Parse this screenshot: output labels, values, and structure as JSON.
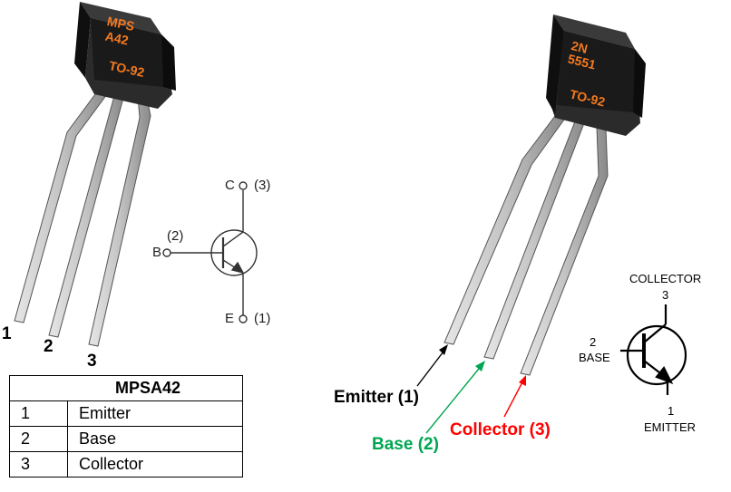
{
  "left_package": {
    "marking_line1": "MPS",
    "marking_line2": "A42",
    "package_label": "TO-92",
    "pin_numbers": [
      "1",
      "2",
      "3"
    ]
  },
  "left_symbol": {
    "collector_letter": "C",
    "collector_num": "(3)",
    "base_letter": "B",
    "base_num": "(2)",
    "emitter_letter": "E",
    "emitter_num": "(1)"
  },
  "pin_table": {
    "header": "MPSA42",
    "rows": [
      {
        "num": "1",
        "name": "Emitter"
      },
      {
        "num": "2",
        "name": "Base"
      },
      {
        "num": "3",
        "name": "Collector"
      }
    ]
  },
  "right_package": {
    "marking_line1": "2N",
    "marking_line2": "5551",
    "package_label": "TO-92"
  },
  "right_callouts": {
    "emitter": "Emitter (1)",
    "base": "Base (2)",
    "collector": "Collector (3)",
    "emitter_color": "#000000",
    "base_color": "#00a651",
    "collector_color": "#ff0000"
  },
  "right_symbol": {
    "collector_label": "COLLECTOR",
    "collector_num": "3",
    "base_num": "2",
    "base_label": "BASE",
    "emitter_num": "1",
    "emitter_label": "EMITTER"
  },
  "colors": {
    "package_body": "#1a1a1a",
    "marking": "#f47a20",
    "lead": "#c8c8c8"
  }
}
